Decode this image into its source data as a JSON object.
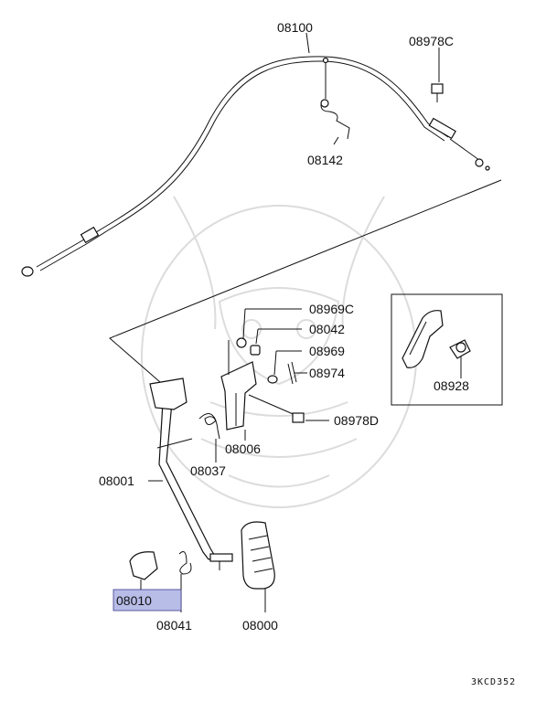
{
  "diagram": {
    "labels": {
      "p08100": "08100",
      "p08978C": "08978C",
      "p08142": "08142",
      "p08969C": "08969C",
      "p08042": "08042",
      "p08969": "08969",
      "p08974": "08974",
      "p08978D": "08978D",
      "p08928": "08928",
      "p08006": "08006",
      "p08037": "08037",
      "p08001": "08001",
      "p08010": "08010",
      "p08041": "08041",
      "p08000": "08000"
    },
    "highlight_color": "#b8bde8",
    "figure_code": "3KCD352"
  }
}
